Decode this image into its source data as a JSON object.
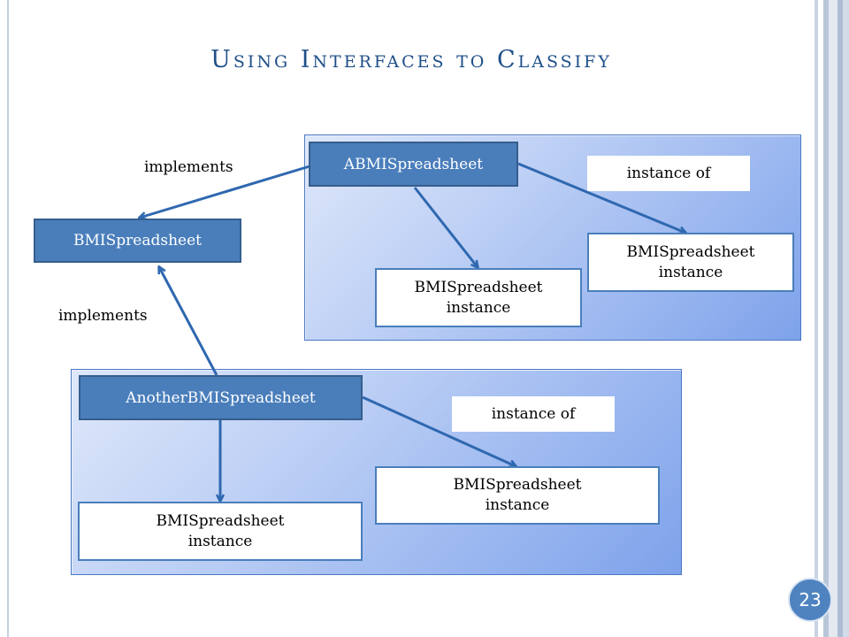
{
  "slide": {
    "title": "Using Interfaces to Classify",
    "page_number": "23"
  },
  "interface": {
    "name": "BMISpreadsheet"
  },
  "edges": {
    "implements_top": "implements",
    "implements_bottom": "implements",
    "instance_of_top": "instance of",
    "instance_of_bottom": "instance of"
  },
  "top_group": {
    "class_name": "ABMISpreadsheet",
    "instances": [
      {
        "line1": "BMISpreadsheet",
        "line2": "instance"
      },
      {
        "line1": "BMISpreadsheet",
        "line2": "instance"
      }
    ]
  },
  "bottom_group": {
    "class_name": "AnotherBMISpreadsheet",
    "instances": [
      {
        "line1": "BMISpreadsheet",
        "line2": "instance"
      },
      {
        "line1": "BMISpreadsheet",
        "line2": "instance"
      }
    ]
  },
  "colors": {
    "title": "#1f4f88",
    "class_box": "#4a7ebb",
    "arrow": "#2f68b0",
    "panel_start": "#dfe8fa",
    "panel_end": "#7ea2ea"
  }
}
